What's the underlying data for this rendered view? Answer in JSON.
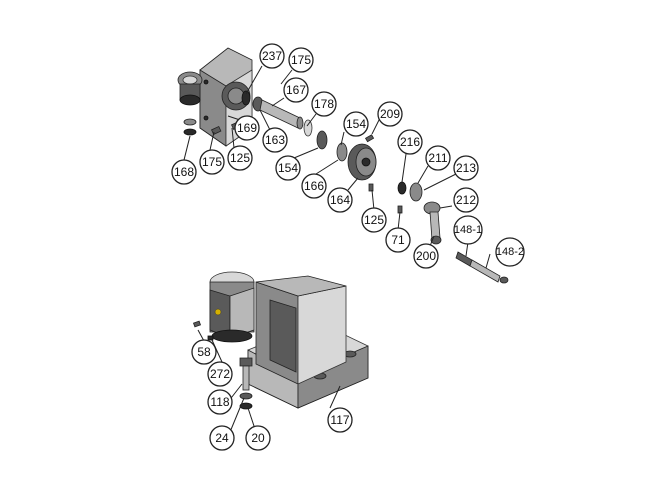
{
  "callouts": [
    {
      "id": "237",
      "label": "237"
    },
    {
      "id": "175a",
      "label": "175"
    },
    {
      "id": "167",
      "label": "167"
    },
    {
      "id": "178",
      "label": "178"
    },
    {
      "id": "209",
      "label": "209"
    },
    {
      "id": "154a",
      "label": "154"
    },
    {
      "id": "169",
      "label": "169"
    },
    {
      "id": "163",
      "label": "163"
    },
    {
      "id": "125a",
      "label": "125"
    },
    {
      "id": "175b",
      "label": "175"
    },
    {
      "id": "168",
      "label": "168"
    },
    {
      "id": "154b",
      "label": "154"
    },
    {
      "id": "166",
      "label": "166"
    },
    {
      "id": "216",
      "label": "216"
    },
    {
      "id": "211",
      "label": "211"
    },
    {
      "id": "213",
      "label": "213"
    },
    {
      "id": "164",
      "label": "164"
    },
    {
      "id": "125b",
      "label": "125"
    },
    {
      "id": "212",
      "label": "212"
    },
    {
      "id": "71",
      "label": "71"
    },
    {
      "id": "148-1",
      "label": "148-1"
    },
    {
      "id": "148-2",
      "label": "148-2"
    },
    {
      "id": "200",
      "label": "200"
    },
    {
      "id": "58",
      "label": "58"
    },
    {
      "id": "272",
      "label": "272"
    },
    {
      "id": "118",
      "label": "118"
    },
    {
      "id": "117",
      "label": "117"
    },
    {
      "id": "24",
      "label": "24"
    },
    {
      "id": "20",
      "label": "20"
    }
  ]
}
